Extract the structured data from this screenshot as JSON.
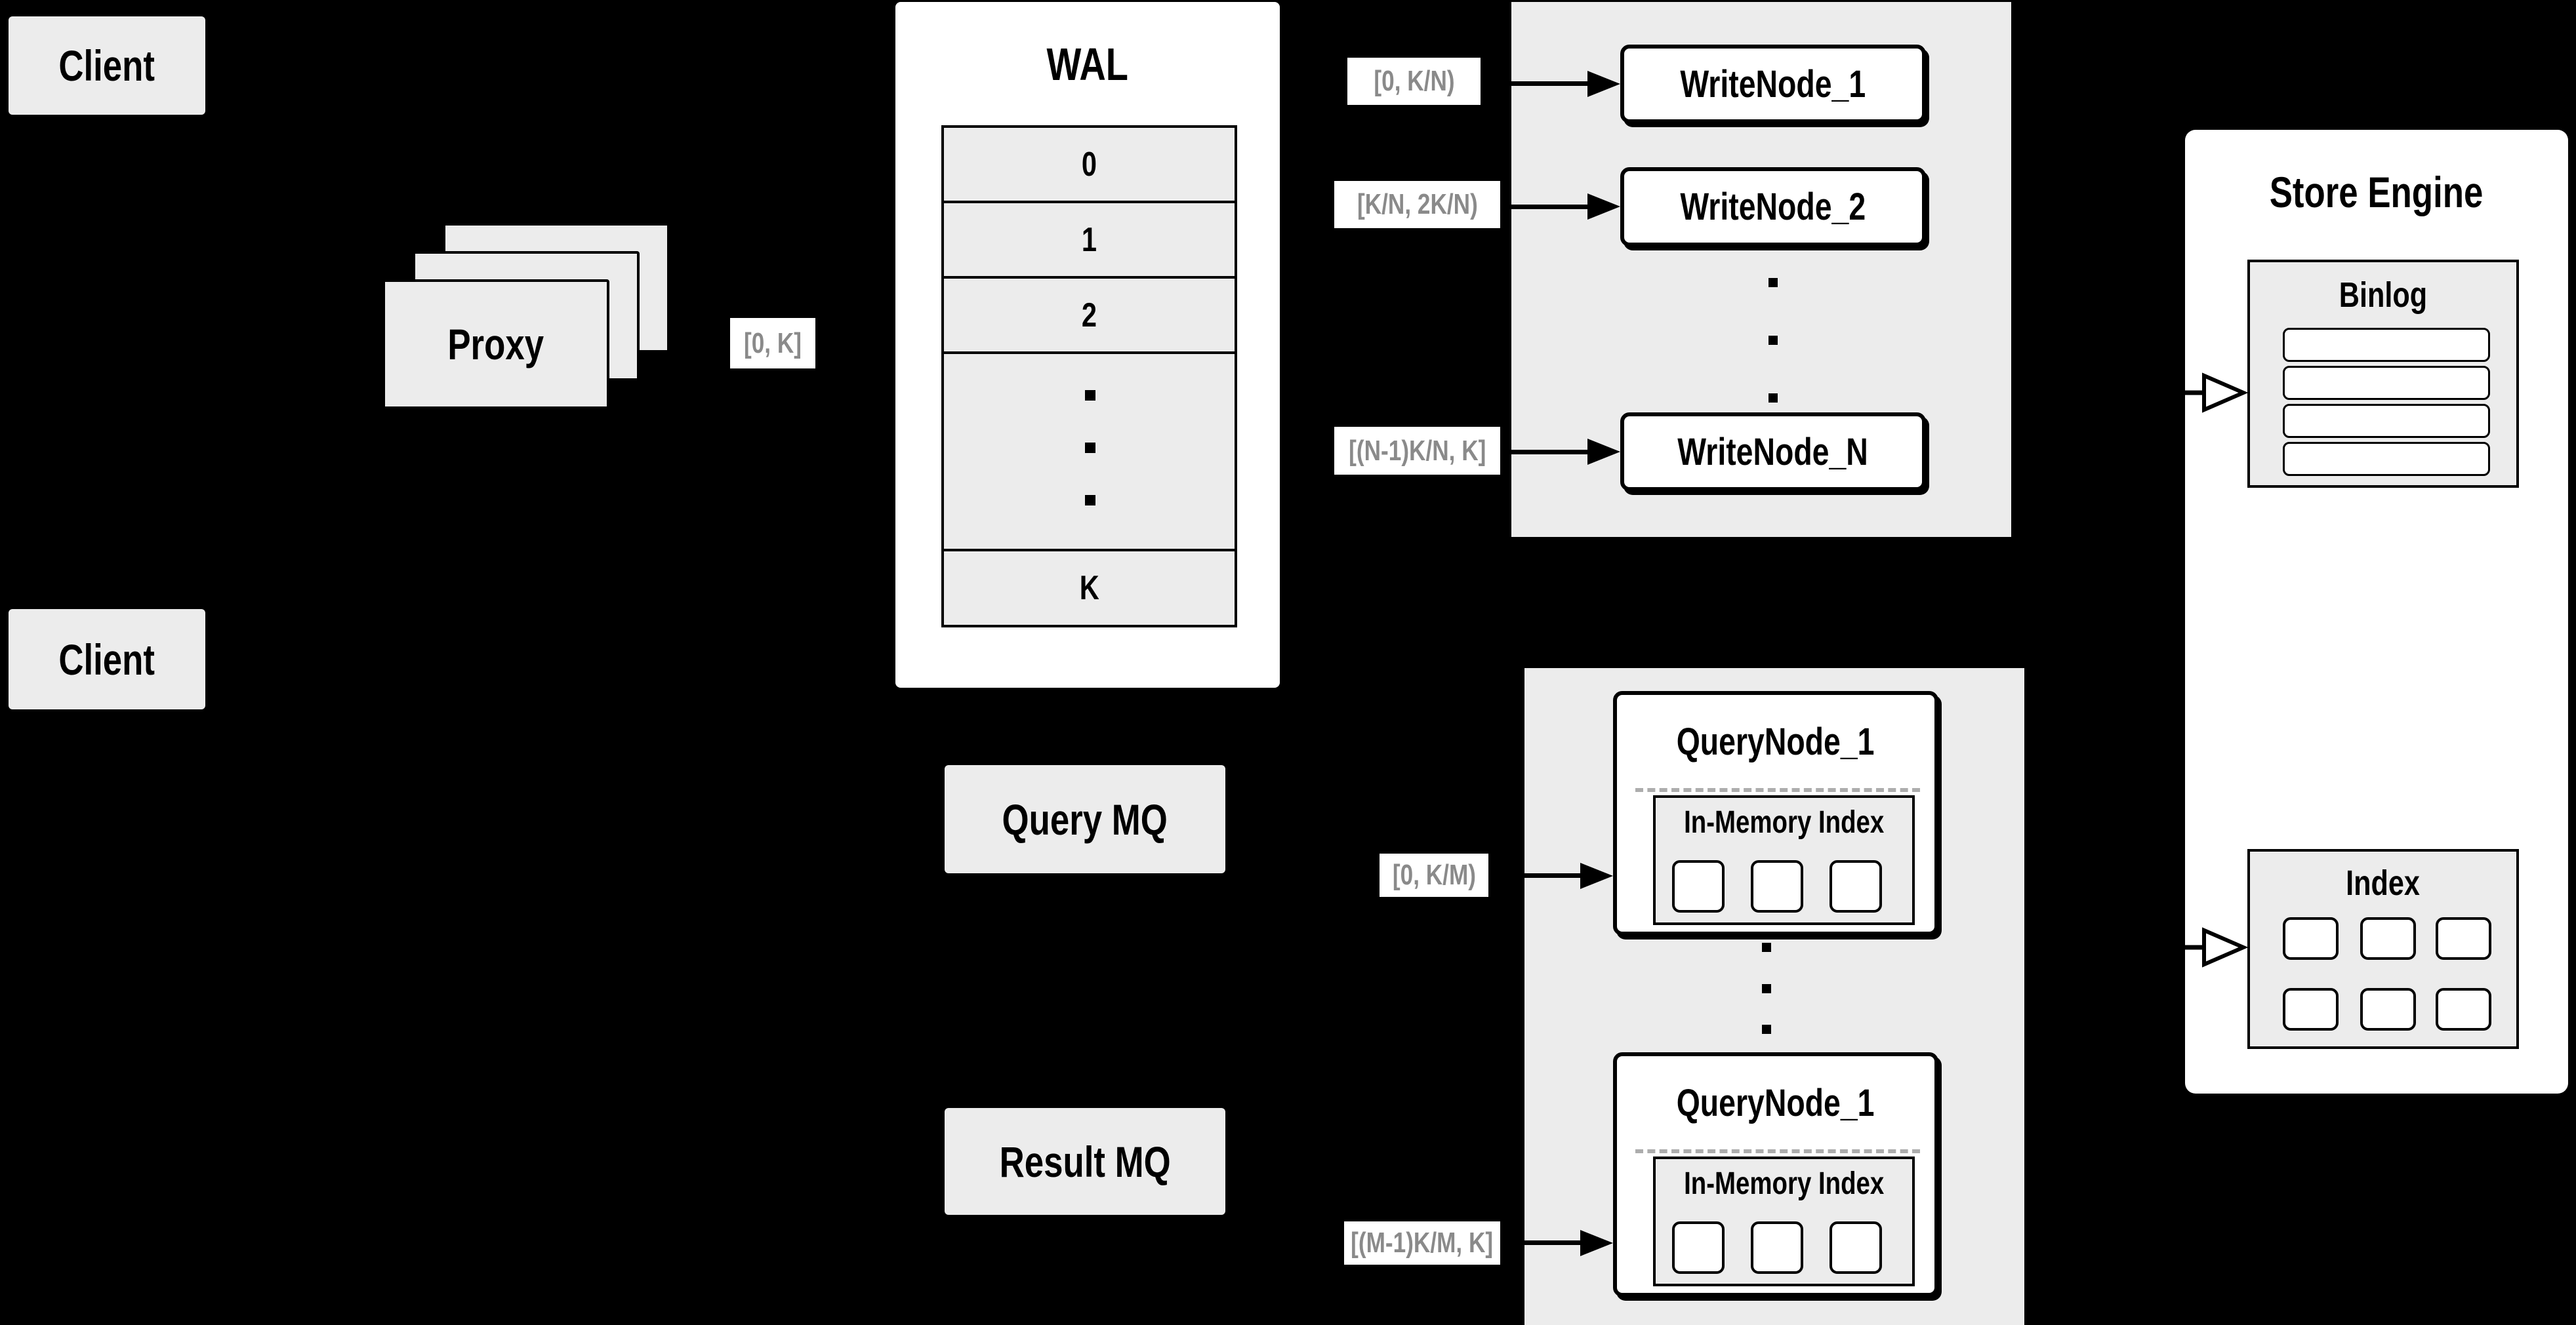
{
  "colors": {
    "background": "#000000",
    "panel_gray": "#ececec",
    "white": "#ffffff",
    "border": "#000000",
    "range_text": "#8a8a8a",
    "divider": "#adadad"
  },
  "clients": {
    "top_label": "Client",
    "bottom_label": "Client"
  },
  "proxy": {
    "label": "Proxy",
    "range_label": "[0, K]"
  },
  "wal": {
    "title": "WAL",
    "rows": [
      "0",
      "1",
      "2",
      "K"
    ]
  },
  "write_cluster": {
    "ranges": [
      "[0, K/N)",
      "[K/N, 2K/N)",
      "[(N-1)K/N, K]"
    ],
    "nodes": [
      "WriteNode_1",
      "WriteNode_2",
      "WriteNode_N"
    ]
  },
  "store_engine": {
    "title": "Store Engine",
    "binlog_title": "Binlog",
    "index_title": "Index"
  },
  "queues": {
    "query_label": "Query MQ",
    "result_label": "Result MQ"
  },
  "query_cluster": {
    "ranges": [
      "[0, K/M)",
      "[(M-1)K/M, K]"
    ],
    "nodes": [
      {
        "title": "QueryNode_1",
        "inner_title": "In-Memory Index"
      },
      {
        "title": "QueryNode_1",
        "inner_title": "In-Memory Index"
      }
    ]
  }
}
